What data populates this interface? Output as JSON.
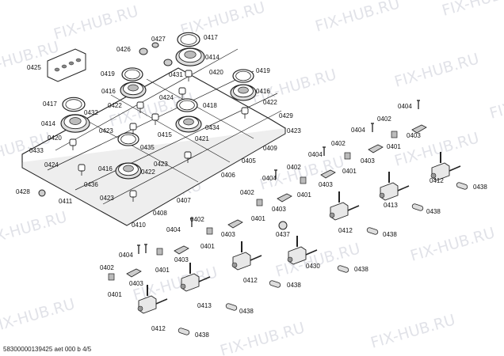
{
  "watermark": "FIX-HUB.RU",
  "footer": "58300000139425 aet 000 b 4/5",
  "callouts": [
    "0425",
    "0426",
    "0427",
    "0417",
    "0414",
    "0419",
    "0431",
    "0420",
    "0424",
    "0416",
    "0422",
    "0432",
    "0418",
    "0429",
    "0423",
    "0434",
    "0433",
    "0421",
    "0435",
    "0415",
    "0409",
    "0405",
    "0436",
    "0406",
    "0428",
    "0411",
    "0408",
    "0407",
    "0410",
    "0402",
    "0403",
    "0401",
    "0404",
    "0412",
    "0413",
    "0438",
    "0437",
    "0430"
  ]
}
